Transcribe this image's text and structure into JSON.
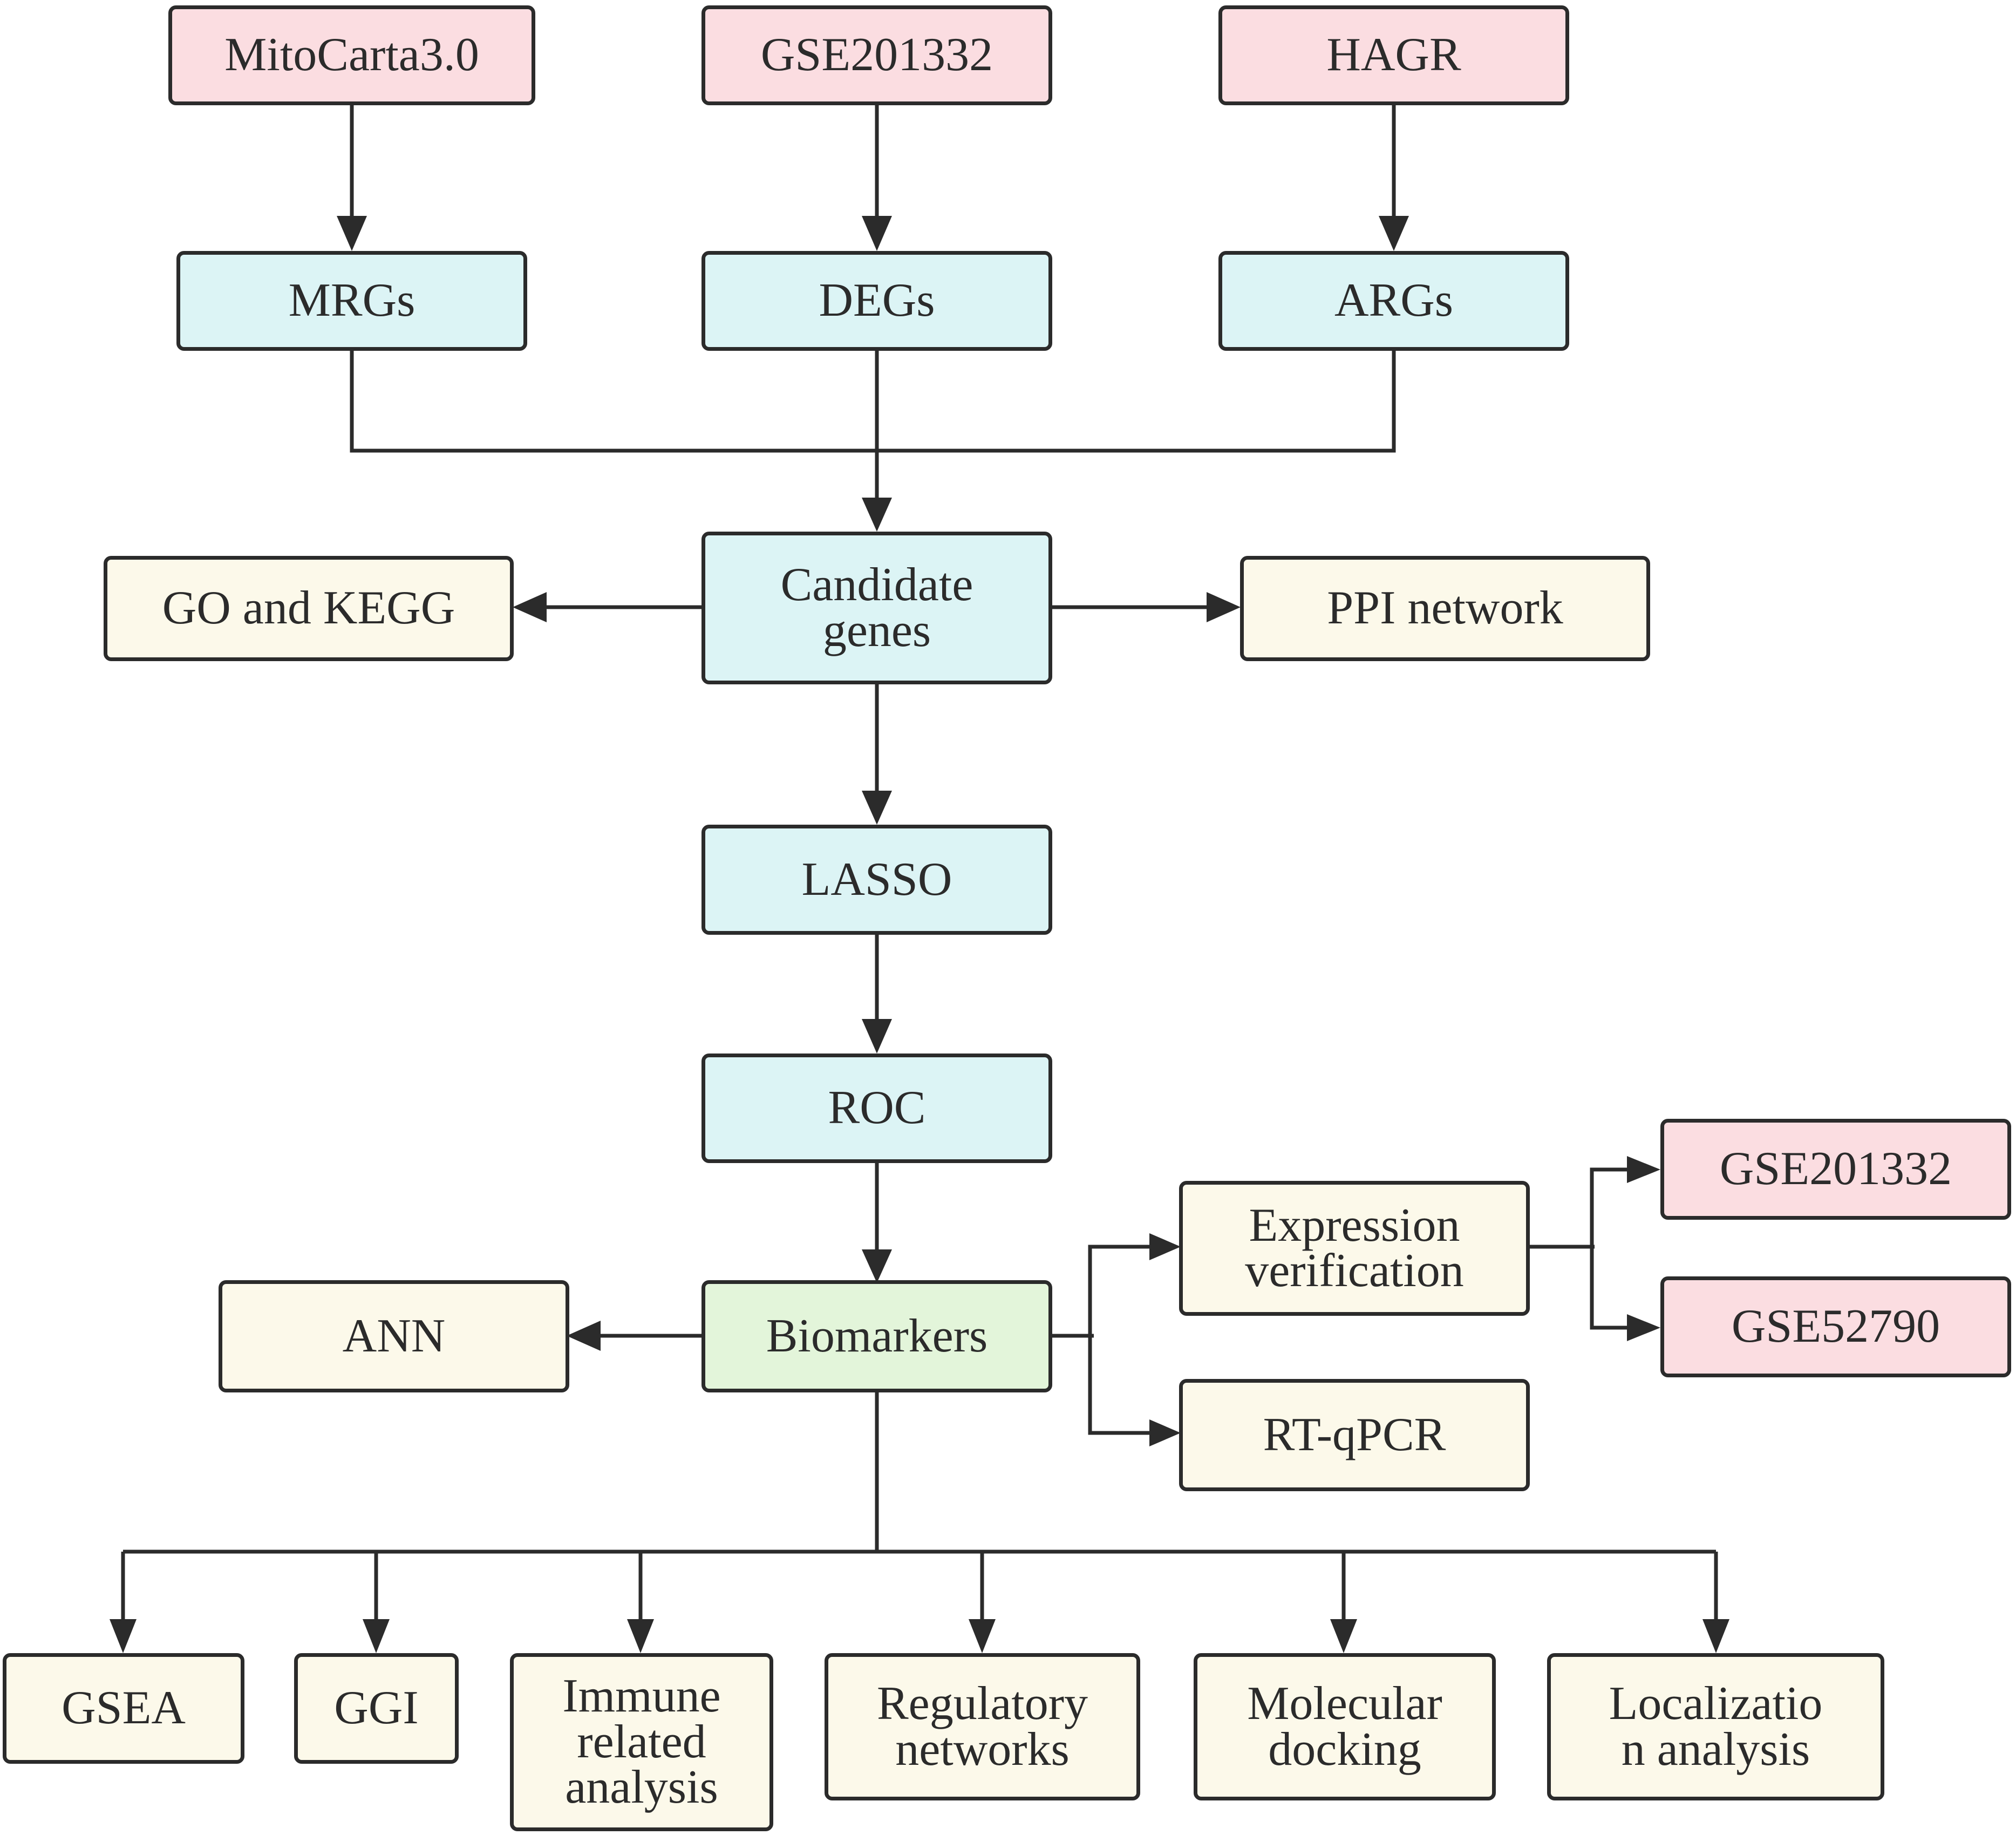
{
  "colors": {
    "source_fill": "#fbdde1",
    "process_fill": "#dcf4f5",
    "analysis_fill": "#fcf9ea",
    "biomarker_fill": "#e3f5da",
    "stroke": "#2b2b2b"
  },
  "nodes": {
    "mitocarta": "MitoCarta3.0",
    "gse201332_top": "GSE201332",
    "hagr": "HAGR",
    "mrgs": "MRGs",
    "degs": "DEGs",
    "args": "ARGs",
    "candidate_genes": "Candidate\ngenes",
    "go_kegg": "GO and KEGG",
    "ppi": "PPI network",
    "lasso": "LASSO",
    "roc": "ROC",
    "biomarkers": "Biomarkers",
    "ann": "ANN",
    "expression_verification": "Expression\nverification",
    "rt_qpcr": "RT-qPCR",
    "gse201332_val": "GSE201332",
    "gse52790": "GSE52790",
    "gsea": "GSEA",
    "ggi": "GGI",
    "immune": "Immune\nrelated\nanalysis",
    "regulatory": "Regulatory\nnetworks",
    "molecular": "Molecular\ndocking",
    "localization": "Localizatio\nn analysis"
  }
}
